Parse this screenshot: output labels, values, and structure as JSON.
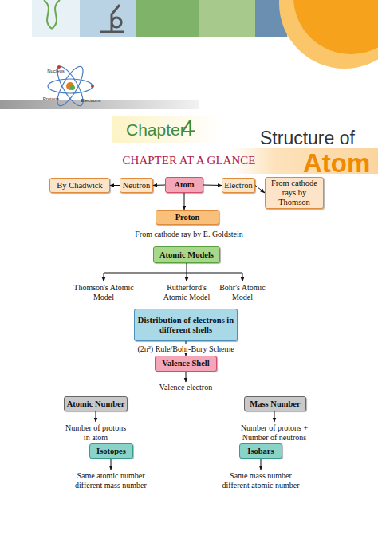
{
  "diagram": {
    "nodes": [
      {
        "text": [
          "By Chadwick"
        ]
      },
      {
        "text": [
          "Neutron"
        ]
      },
      {
        "text": [
          "Atom"
        ]
      },
      {
        "text": [
          "Electron"
        ]
      },
      {
        "text": [
          "From cathode rays by Thomson"
        ]
      },
      {
        "text": [
          "Proton"
        ]
      },
      {
        "text": [
          "Atomic Models"
        ]
      },
      {
        "text": [
          "Distribution of electrons in different shells"
        ]
      },
      {
        "text": [
          "Valence Shell"
        ]
      },
      {
        "text": [
          "Atomic Number"
        ]
      },
      {
        "text": [
          "Mass Number"
        ]
      },
      {
        "text": [
          "Isotopes"
        ]
      },
      {
        "text": [
          "Isobars"
        ]
      }
    ],
    "edges": [
      {
        "from": 1,
        "to": 0,
        "arrow": "to"
      },
      {
        "from": 2,
        "to": 1,
        "arrow": "to"
      },
      {
        "from": 2,
        "to": 3,
        "arrow": "to"
      },
      {
        "from": 3,
        "to": 4,
        "arrow": "to"
      },
      {
        "from": 2,
        "to": 5,
        "arrow": "to"
      },
      {
        "from": 7,
        "to": 8,
        "label": "(2n²) Rule/Bohr-Bury Scheme",
        "arrow": "to"
      }
    ],
    "labels": [
      "Nucleus",
      "Protons",
      "Electrons",
      "Chapter -",
      "4",
      "Structure of",
      "Atom",
      "CHAPTER AT A GLANCE",
      "From cathode ray by E. Goldstein",
      "Thomson's Atomic Model",
      "Rutherford's Atomic Model",
      "Bohr's Atomic Model",
      "Valence electron",
      "Number of protons in atom",
      "Number of protons + Number of neutrons",
      "Same atomic number different mass number",
      "Same mass number different atomic number"
    ]
  }
}
